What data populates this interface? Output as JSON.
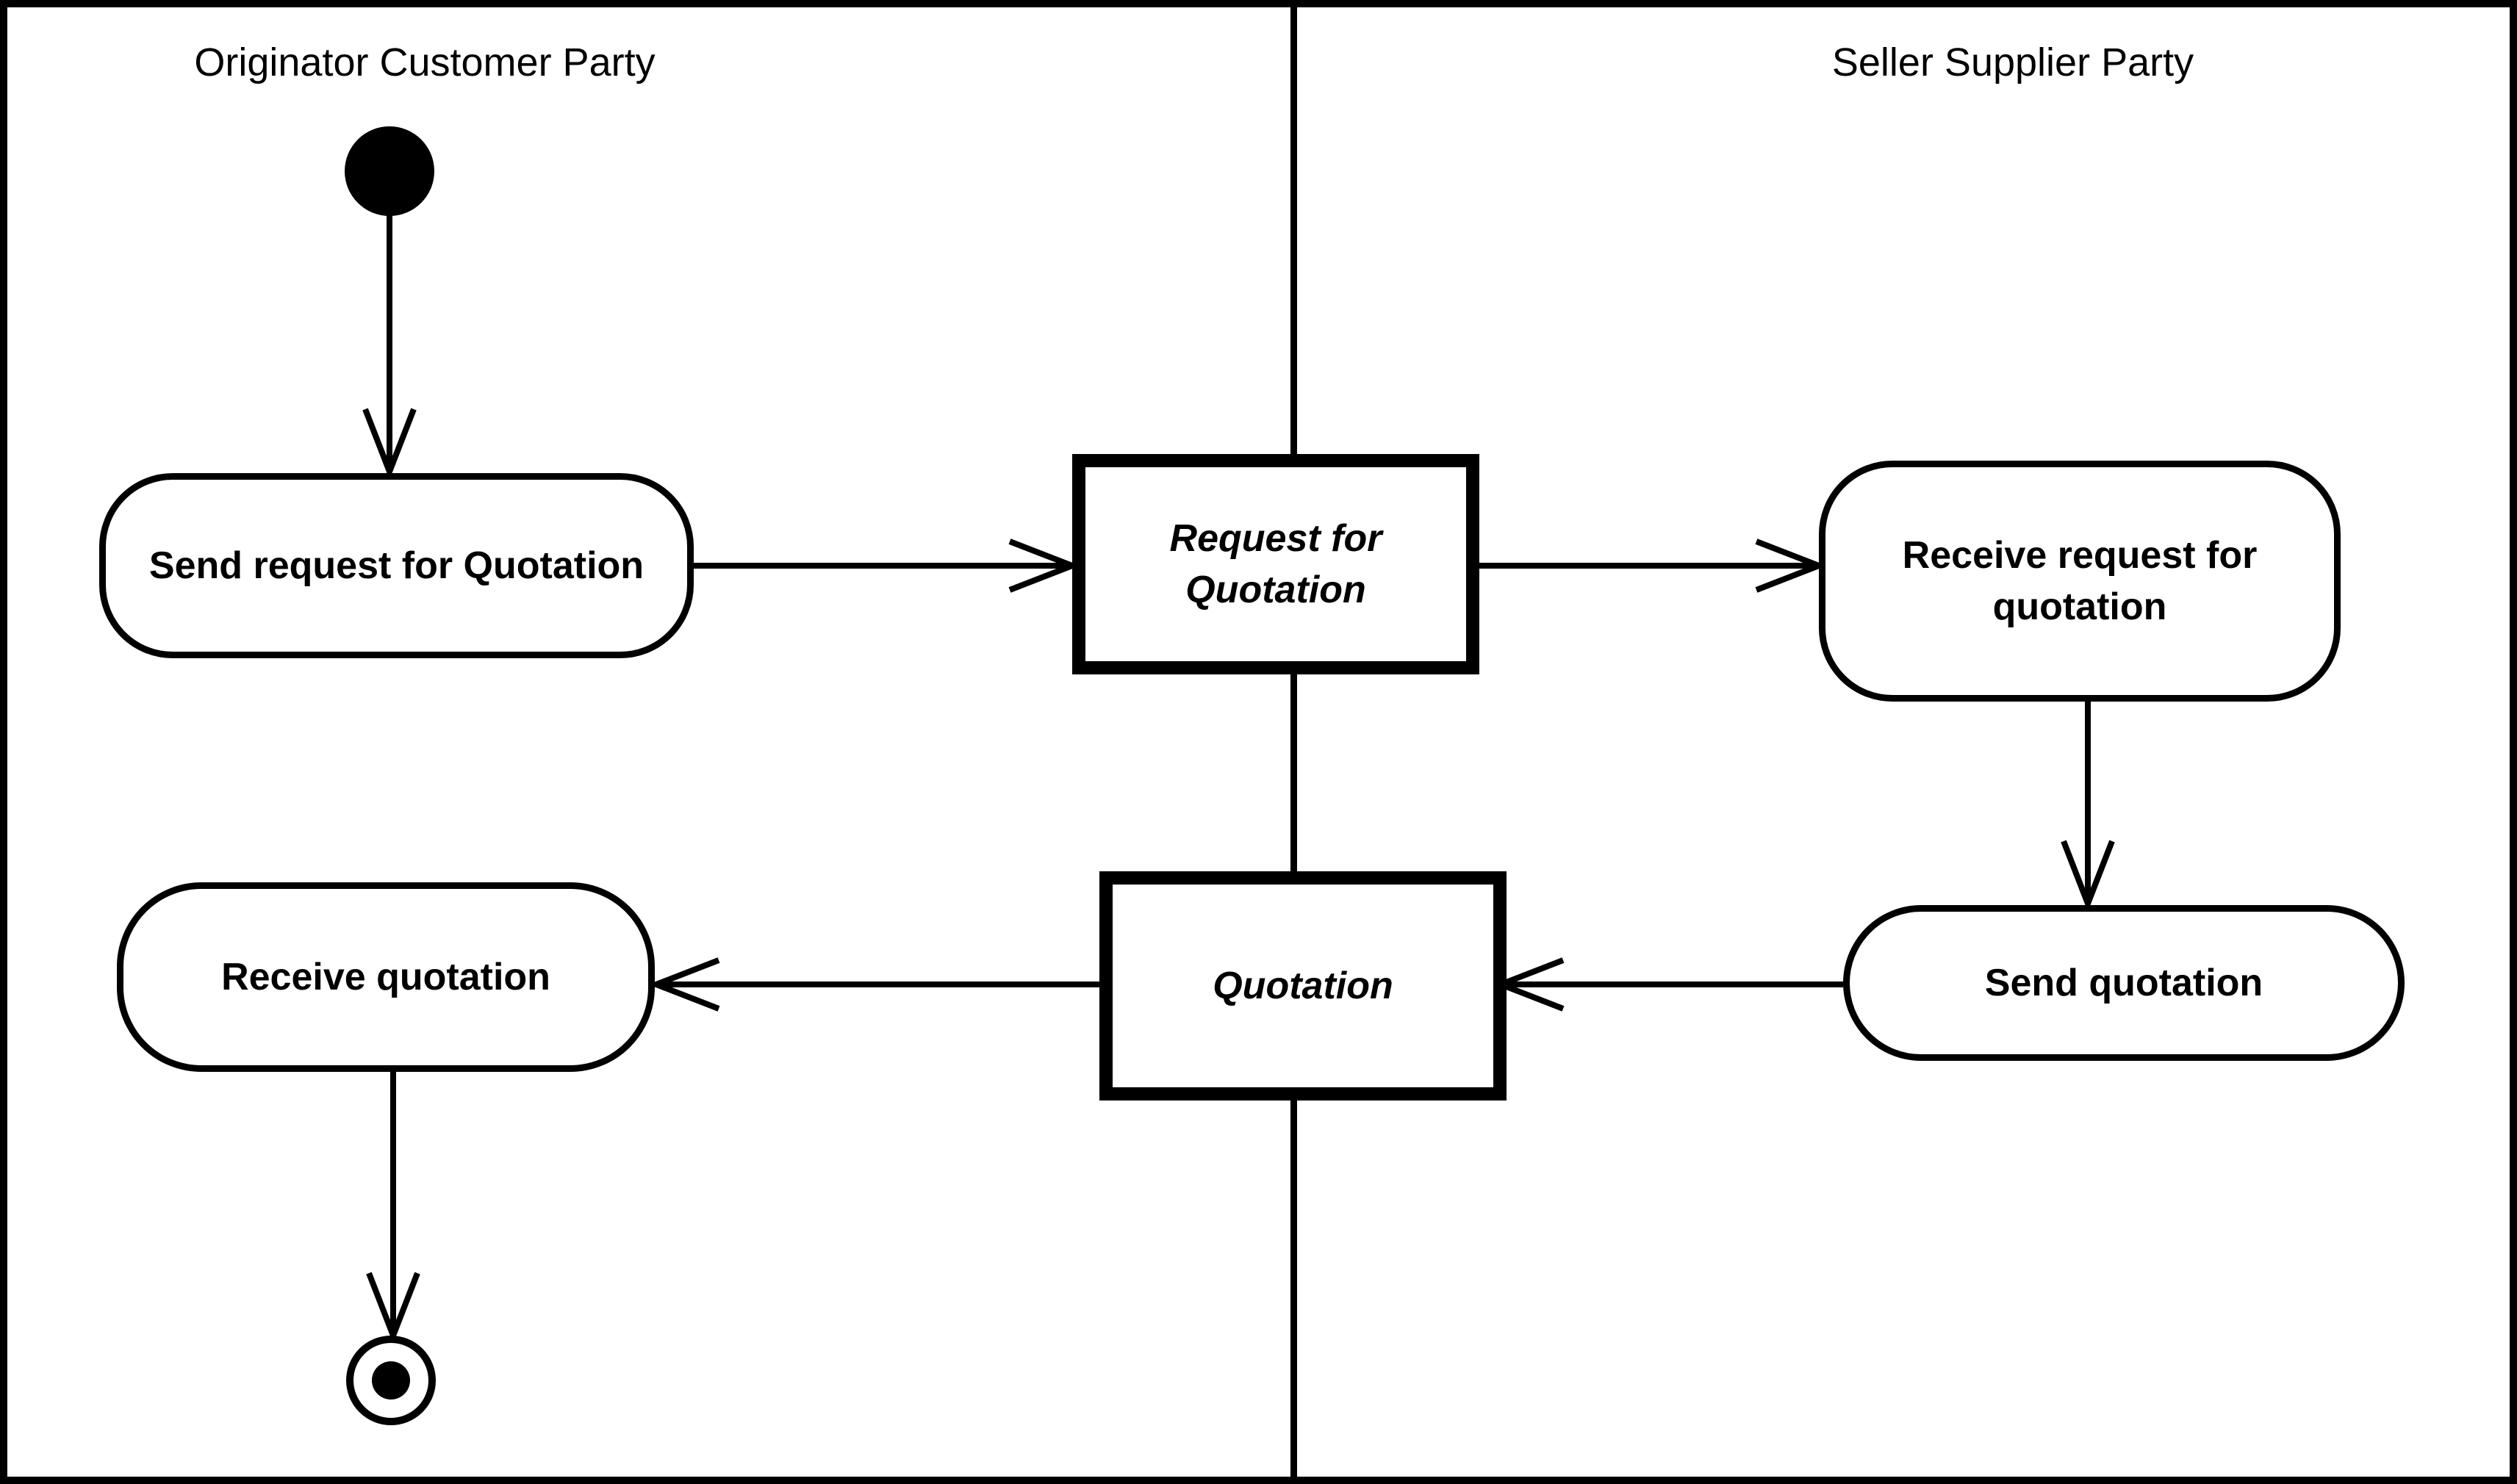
{
  "diagram": {
    "kind": "UML activity diagram with swimlanes",
    "background_color": "#ffffff",
    "line_color": "#000000",
    "arrowhead_style": "open-v"
  },
  "lanes": [
    {
      "title": "Originator Customer Party"
    },
    {
      "title": "Seller Supplier Party"
    }
  ],
  "nodes": {
    "initial": {
      "type": "initial-node",
      "lane": "Originator Customer Party"
    },
    "send_request": {
      "type": "action",
      "label": "Send request for Quotation",
      "lane": "Originator Customer Party"
    },
    "request_for_quotation": {
      "type": "object",
      "lines": [
        "Request for",
        "Quotation"
      ]
    },
    "receive_request": {
      "type": "action",
      "lines": [
        "Receive request for",
        "quotation"
      ],
      "lane": "Seller Supplier Party"
    },
    "send_quotation": {
      "type": "action",
      "label": "Send quotation",
      "lane": "Seller Supplier Party"
    },
    "quotation": {
      "type": "object",
      "label": "Quotation"
    },
    "receive_quotation": {
      "type": "action",
      "label": "Receive quotation",
      "lane": "Originator Customer Party"
    },
    "final": {
      "type": "final-node",
      "lane": "Originator Customer Party"
    }
  },
  "edges": [
    {
      "from": "initial",
      "to": "send_request"
    },
    {
      "from": "send_request",
      "to": "request_for_quotation"
    },
    {
      "from": "request_for_quotation",
      "to": "receive_request"
    },
    {
      "from": "receive_request",
      "to": "send_quotation"
    },
    {
      "from": "send_quotation",
      "to": "quotation"
    },
    {
      "from": "quotation",
      "to": "receive_quotation"
    },
    {
      "from": "receive_quotation",
      "to": "final"
    }
  ]
}
